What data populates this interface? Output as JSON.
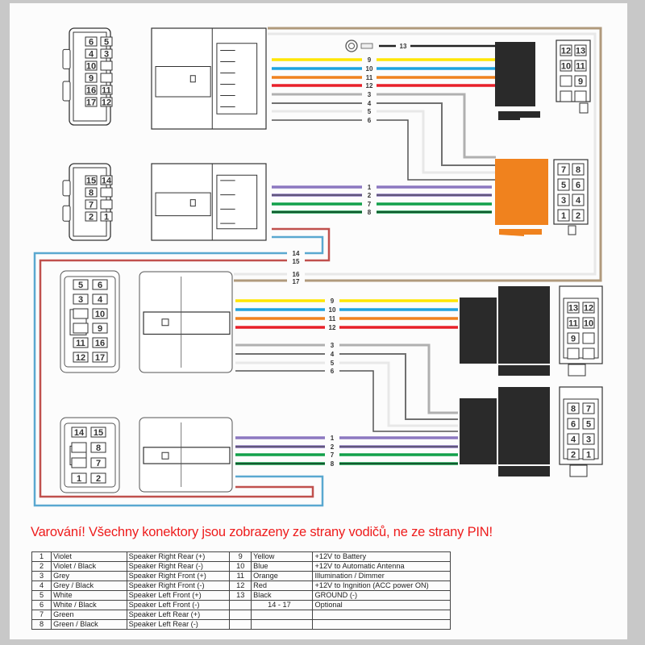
{
  "warning": "Varování! Všechny konektory jsou zobrazeny ze strany vodičů, ne ze strany PIN!",
  "colors": {
    "violet": "#8c78c0",
    "violet_black": "#5a4a8a",
    "grey": "#b0b0b0",
    "grey_black": "#707070",
    "white": "#e8e8e8",
    "white_black": "#555555",
    "green": "#12a04a",
    "green_black": "#0d6e34",
    "yellow": "#ffe600",
    "blue": "#1ea3e0",
    "orange": "#f0821e",
    "red": "#e8202a",
    "black": "#222222",
    "light_blue": "#5aa8d0",
    "dark_red": "#c0504d",
    "tan": "#b09a7c",
    "iso_orange": "#f0821e",
    "iso_black": "#2a2a2a"
  },
  "connectors": {
    "car_top_power": {
      "pins": [
        [
          "6",
          "5"
        ],
        [
          "4",
          "3"
        ],
        [
          "10",
          ""
        ],
        [
          "9",
          ""
        ],
        [
          "16",
          "11"
        ],
        [
          "17",
          "12"
        ]
      ]
    },
    "car_top_speaker": {
      "pins": [
        [
          "15",
          "14"
        ],
        [
          "8",
          ""
        ],
        [
          "7",
          ""
        ],
        [
          "2",
          "1"
        ]
      ]
    },
    "car_bottom_power": {
      "pins": [
        [
          "5",
          "6"
        ],
        [
          "3",
          "4"
        ],
        [
          "",
          "10"
        ],
        [
          "",
          "9"
        ],
        [
          "11",
          "16"
        ],
        [
          "12",
          "17"
        ]
      ]
    },
    "car_bottom_speaker": {
      "pins": [
        [
          "14",
          "15"
        ],
        [
          "",
          "8"
        ],
        [
          "",
          "7"
        ],
        [
          "1",
          "2"
        ]
      ]
    },
    "iso_top_power": {
      "pins": [
        [
          "12",
          "13"
        ],
        [
          "10",
          "11"
        ],
        [
          "",
          "9"
        ],
        [
          "",
          ""
        ]
      ]
    },
    "iso_top_speaker": {
      "pins": [
        [
          "7",
          "8"
        ],
        [
          "5",
          "6"
        ],
        [
          "3",
          "4"
        ],
        [
          "1",
          "2"
        ]
      ]
    },
    "iso_bottom_power": {
      "pins": [
        [
          "13",
          "12"
        ],
        [
          "11",
          "10"
        ],
        [
          "9",
          ""
        ],
        [
          "",
          ""
        ]
      ]
    },
    "iso_bottom_speaker": {
      "pins": [
        [
          "8",
          "7"
        ],
        [
          "6",
          "5"
        ],
        [
          "4",
          "3"
        ],
        [
          "2",
          "1"
        ]
      ]
    }
  },
  "wire_labels": {
    "w13": "13",
    "w9": "9",
    "w10": "10",
    "w11": "11",
    "w12": "12",
    "w3": "3",
    "w4": "4",
    "w5": "5",
    "w6": "6",
    "w1": "1",
    "w2": "2",
    "w7": "7",
    "w8": "8",
    "w14": "14",
    "w15": "15",
    "w16": "16",
    "w17": "17"
  },
  "legend": {
    "rows": [
      {
        "pin": "1",
        "color": "Violet",
        "function": "Speaker Right Rear (+)",
        "pin2": "9",
        "color2": "Yellow",
        "function2": "+12V to Battery"
      },
      {
        "pin": "2",
        "color": "Violet / Black",
        "function": "Speaker Right Rear (-)",
        "pin2": "10",
        "color2": "Blue",
        "function2": "+12V to Automatic Antenna"
      },
      {
        "pin": "3",
        "color": "Grey",
        "function": "Speaker Right Front (+)",
        "pin2": "11",
        "color2": "Orange",
        "function2": "Illumination / Dimmer"
      },
      {
        "pin": "4",
        "color": "Grey / Black",
        "function": "Speaker Right Front (-)",
        "pin2": "12",
        "color2": "Red",
        "function2": "+12V to Ingnition (ACC power ON)"
      },
      {
        "pin": "5",
        "color": "White",
        "function": "Speaker Left Front (+)",
        "pin2": "13",
        "color2": "Black",
        "function2": "GROUND (-)"
      },
      {
        "pin": "6",
        "color": "White / Black",
        "function": "Speaker Left Front (-)",
        "pin2": "",
        "color2": "14 - 17",
        "function2": "Optional"
      },
      {
        "pin": "7",
        "color": "Green",
        "function": "Speaker Left Rear (+)",
        "pin2": "",
        "color2": "",
        "function2": ""
      },
      {
        "pin": "8",
        "color": "Green / Black",
        "function": "Speaker Left Rear (-)",
        "pin2": "",
        "color2": "",
        "function2": ""
      }
    ]
  }
}
